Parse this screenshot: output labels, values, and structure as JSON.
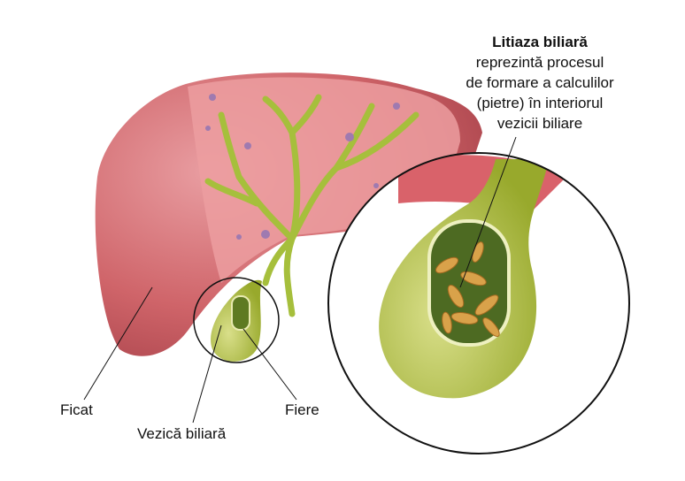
{
  "caption": {
    "title": "Litiaza biliară",
    "lines": [
      "reprezintă procesul",
      "de formare a calculilor",
      "(pietre) în interiorul",
      "vezicii biliare"
    ]
  },
  "labels": {
    "liver": "Ficat",
    "gallbladder": "Vezică biliară",
    "bile": "Fiere"
  },
  "colors": {
    "liver": "#c9585f",
    "liver_light": "#e7a1a3",
    "bile_ducts": "#a6bf3c",
    "gallbladder": "#b4c24a",
    "stones": "#d9a24a"
  }
}
